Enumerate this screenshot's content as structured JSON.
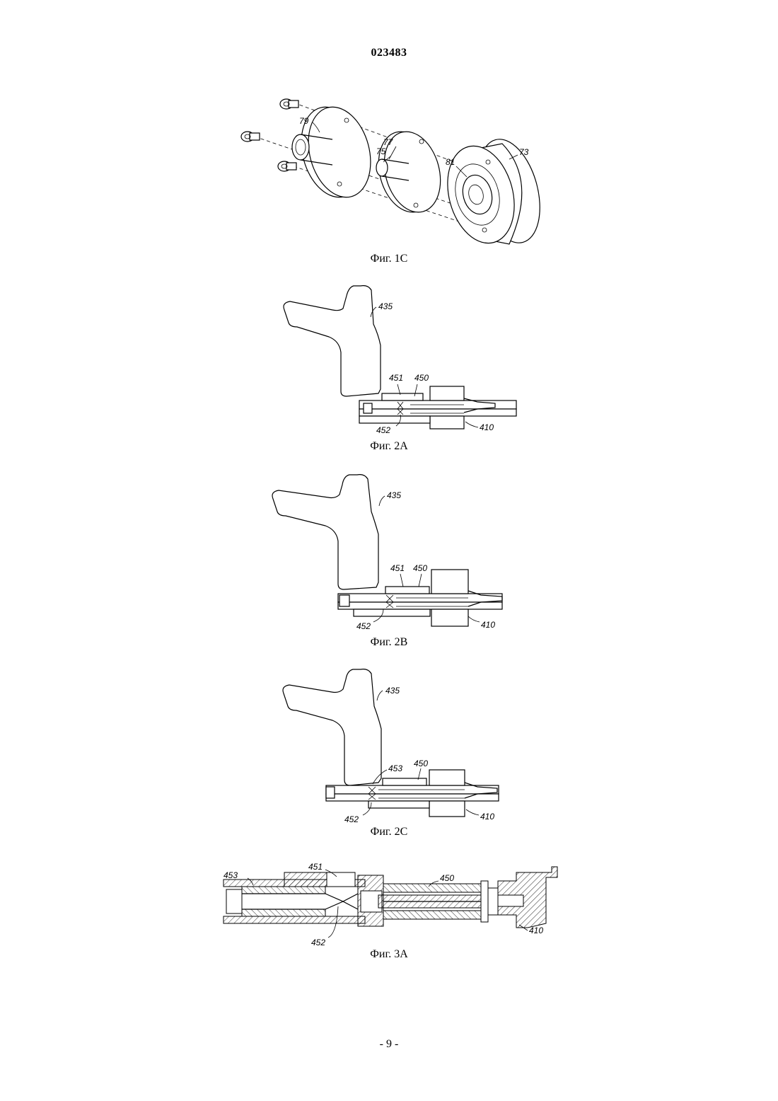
{
  "header": {
    "doc_number": "023483"
  },
  "figures": {
    "fig_1c": {
      "caption": "Фиг. 1C",
      "labels": {
        "79": "79",
        "77": "77",
        "75": "75",
        "81": "81",
        "73": "73"
      }
    },
    "fig_2a": {
      "caption": "Фиг. 2A",
      "labels": {
        "435": "435",
        "451": "451",
        "450": "450",
        "452": "452",
        "410": "410"
      }
    },
    "fig_2b": {
      "caption": "Фиг. 2B",
      "labels": {
        "435": "435",
        "451": "451",
        "450": "450",
        "452": "452",
        "410": "410"
      }
    },
    "fig_2c": {
      "caption": "Фиг. 2C",
      "labels": {
        "435": "435",
        "453": "453",
        "450": "450",
        "452": "452",
        "410": "410"
      }
    },
    "fig_3a": {
      "caption": "Фиг. 3A",
      "labels": {
        "453": "453",
        "451": "451",
        "450": "450",
        "452": "452",
        "410": "410"
      }
    }
  },
  "footer": {
    "page_number": "- 9 -"
  }
}
